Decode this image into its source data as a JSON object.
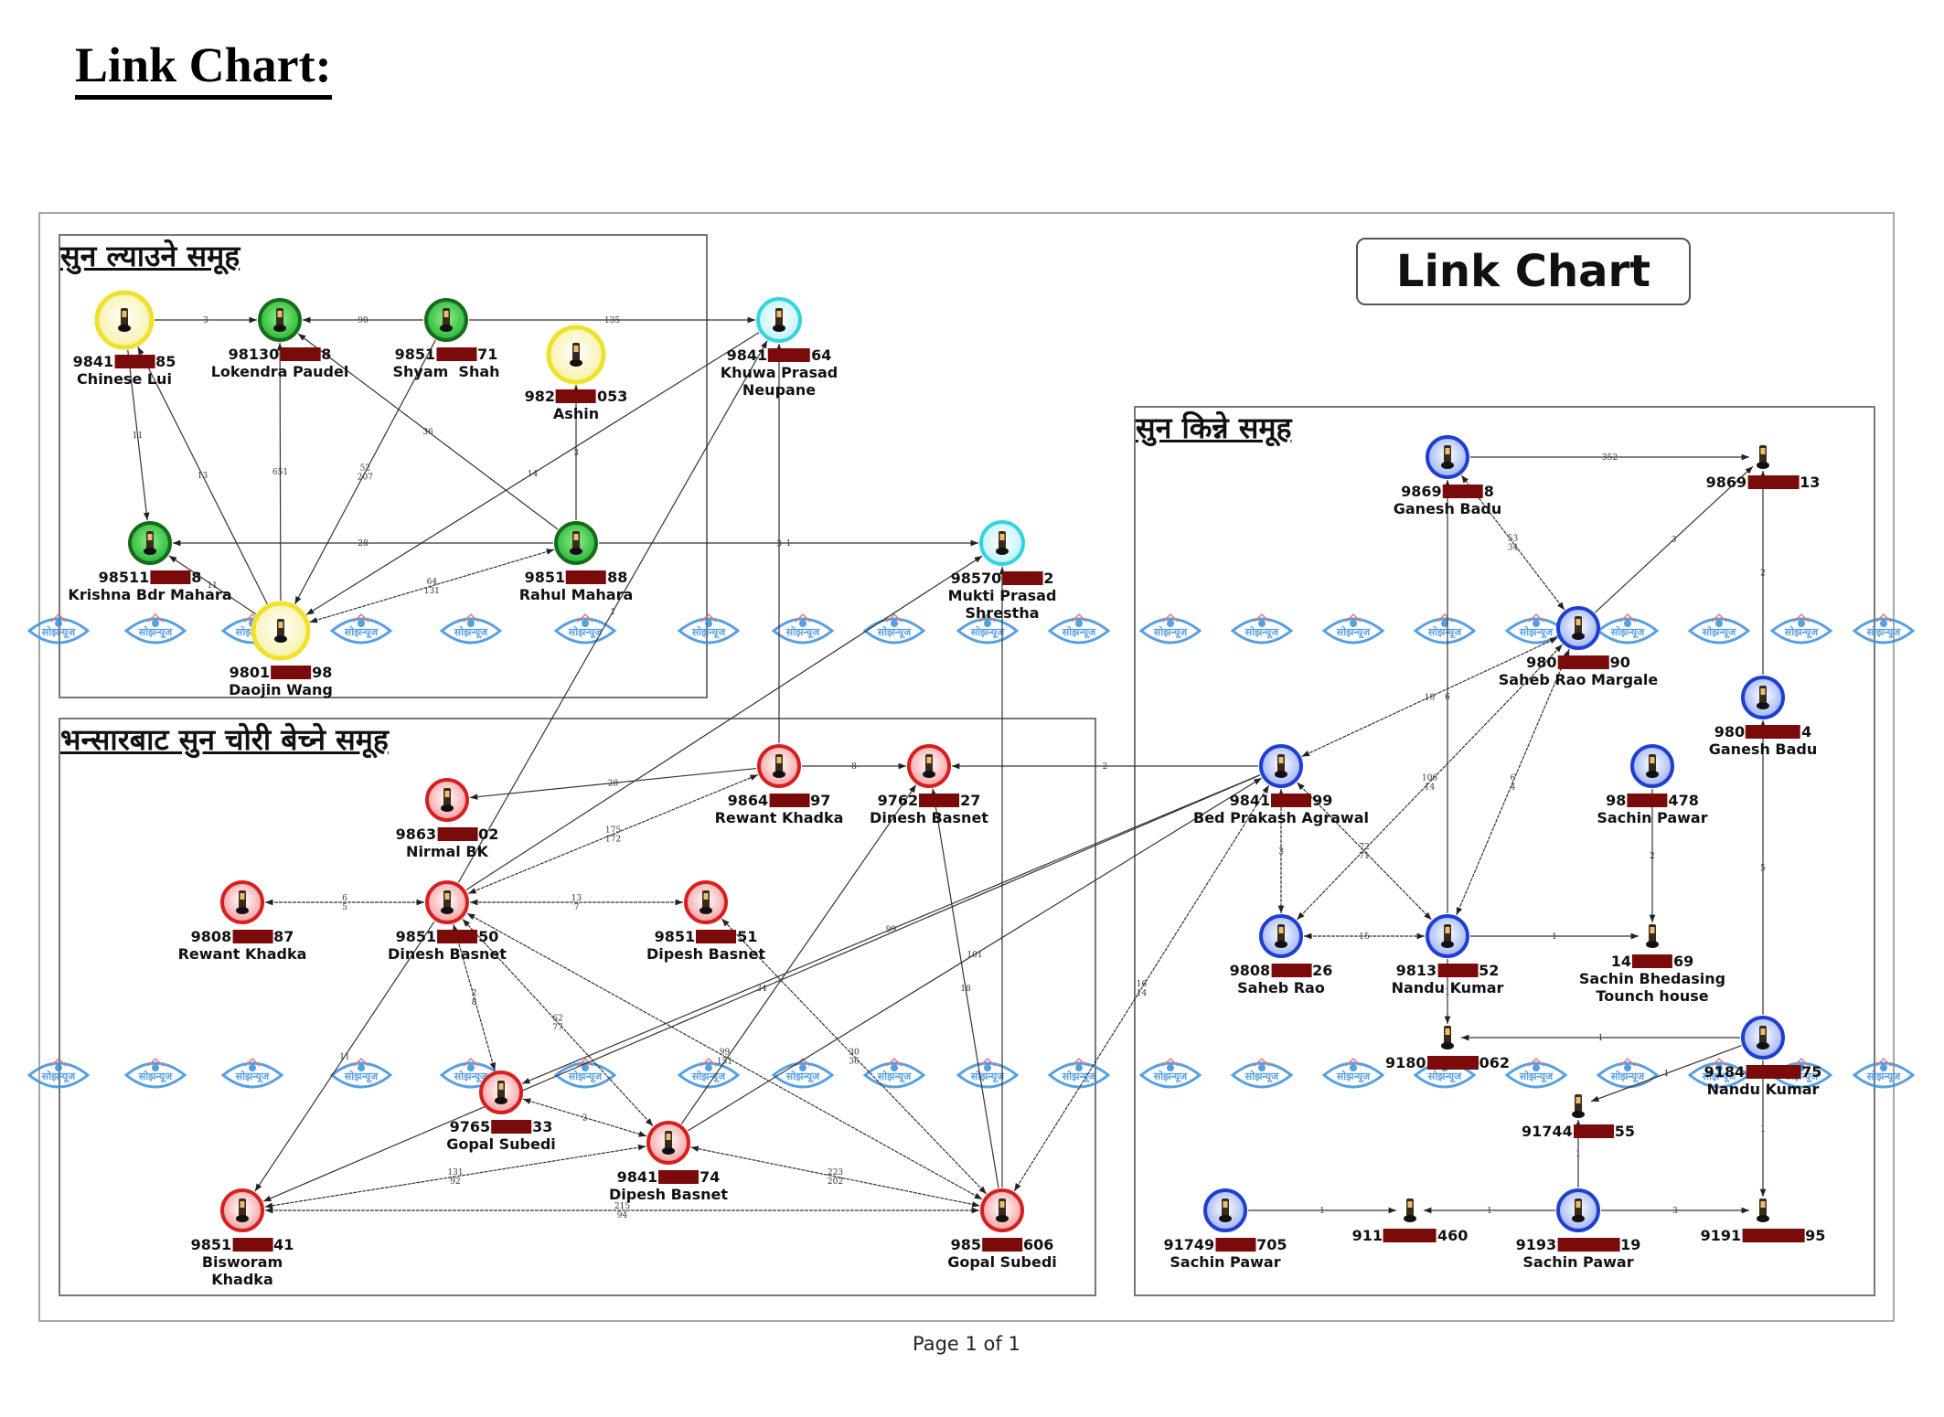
{
  "document": {
    "title": "Link Chart:",
    "chart_badge": "Link Chart",
    "footer": "Page 1 of 1",
    "watermark": "सोझन्यूज"
  },
  "colors": {
    "yellow": "#f2ef2a",
    "green": "#1f9a2a",
    "cyan": "#34d3e2",
    "red": "#d81f1f",
    "blue": "#1f3fd1",
    "redaction": "#7b0a0a",
    "watermark": "#3a8fe0"
  },
  "groups": [
    {
      "id": "g1",
      "title": "सुन ल्याउने समूह"
    },
    {
      "id": "g2",
      "title": "भन्सारबाट सुन चोरी बेच्ने समूह"
    },
    {
      "id": "g3",
      "title": "सुन किन्ने समूह"
    }
  ],
  "nodes": [
    {
      "id": "chinese_lui",
      "phone_prefix": "9841",
      "phone_suffix": "85",
      "name": "Chinese Lui",
      "color": "yellow",
      "icon": "phone-icon"
    },
    {
      "id": "lokendra",
      "phone_prefix": "98130",
      "phone_suffix": "8",
      "name": "Lokendra Paudel",
      "color": "green",
      "icon": "phone-icon"
    },
    {
      "id": "shyam",
      "phone_prefix": "9851",
      "phone_suffix": "71",
      "name": "Shyam  Shah",
      "color": "green",
      "icon": "phone-icon"
    },
    {
      "id": "ashin",
      "phone_prefix": "982",
      "phone_suffix": "053",
      "name": "Ashin",
      "color": "yellow",
      "icon": "phone-icon"
    },
    {
      "id": "khuwa",
      "phone_prefix": "9841",
      "phone_suffix": "64",
      "name": "Khuwa Prasad Neupane",
      "color": "cyan",
      "icon": "phone-icon"
    },
    {
      "id": "krishna",
      "phone_prefix": "98511",
      "phone_suffix": "8",
      "name": "Krishna Bdr Mahara",
      "color": "green",
      "icon": "phone-icon"
    },
    {
      "id": "rahul",
      "phone_prefix": "9851",
      "phone_suffix": "88",
      "name": "Rahul Mahara",
      "color": "green",
      "icon": "phone-icon"
    },
    {
      "id": "daojin",
      "phone_prefix": "9801",
      "phone_suffix": "98",
      "name": "Daojin Wang",
      "color": "yellow",
      "icon": "phone-icon"
    },
    {
      "id": "mukti",
      "phone_prefix": "98570",
      "phone_suffix": "2",
      "name": "Mukti Prasad Shrestha",
      "color": "cyan",
      "icon": "phone-icon"
    },
    {
      "id": "rewant_9864",
      "phone_prefix": "9864",
      "phone_suffix": "97",
      "name": "Rewant Khadka",
      "color": "red",
      "icon": "phone-icon"
    },
    {
      "id": "dinesh_9762",
      "phone_prefix": "9762",
      "phone_suffix": "27",
      "name": "Dinesh Basnet",
      "color": "red",
      "icon": "phone-icon"
    },
    {
      "id": "nirmal",
      "phone_prefix": "9863",
      "phone_suffix": "02",
      "name": "Nirmal BK",
      "color": "red",
      "icon": "phone-icon"
    },
    {
      "id": "rewant_9808",
      "phone_prefix": "9808",
      "phone_suffix": "87",
      "name": "Rewant Khadka",
      "color": "red",
      "icon": "phone-icon"
    },
    {
      "id": "dinesh_9851",
      "phone_prefix": "9851",
      "phone_suffix": "50",
      "name": "Dinesh Basnet",
      "color": "red",
      "icon": "phone-icon"
    },
    {
      "id": "dipesh_9851",
      "phone_prefix": "9851",
      "phone_suffix": "51",
      "name": "Dipesh Basnet",
      "color": "red",
      "icon": "phone-icon"
    },
    {
      "id": "gopal_9765",
      "phone_prefix": "9765",
      "phone_suffix": "33",
      "name": "Gopal Subedi",
      "color": "red",
      "icon": "phone-icon"
    },
    {
      "id": "dipesh_9841",
      "phone_prefix": "9841",
      "phone_suffix": "74",
      "name": "Dipesh Basnet",
      "color": "red",
      "icon": "phone-icon"
    },
    {
      "id": "bisworam",
      "phone_prefix": "9851",
      "phone_suffix": "41",
      "name": "Bisworam Khadka",
      "color": "red",
      "icon": "phone-icon"
    },
    {
      "id": "gopal_985",
      "phone_prefix": "985",
      "phone_suffix": "606",
      "name": "Gopal Subedi",
      "color": "red",
      "icon": "phone-icon"
    },
    {
      "id": "ganesh_9869",
      "phone_prefix": "9869",
      "phone_suffix": "8",
      "name": "Ganesh Badu",
      "color": "blue",
      "icon": "phone-icon"
    },
    {
      "id": "n_9869_13",
      "phone_prefix": "9869",
      "phone_suffix": "13",
      "name": "",
      "color": "none",
      "icon": "phone-icon"
    },
    {
      "id": "saheb_margale",
      "phone_prefix": "980",
      "phone_suffix": "90",
      "name": "Saheb Rao Margale",
      "color": "blue",
      "icon": "phone-icon"
    },
    {
      "id": "ganesh_980",
      "phone_prefix": "980",
      "phone_suffix": "4",
      "name": "Ganesh Badu",
      "color": "blue",
      "icon": "phone-icon"
    },
    {
      "id": "bed_prakash",
      "phone_prefix": "9841",
      "phone_suffix": "99",
      "name": "Bed Prakash Agrawal",
      "color": "blue",
      "icon": "phone-icon"
    },
    {
      "id": "sachin_98",
      "phone_prefix": "98",
      "phone_suffix": "478",
      "name": "Sachin Pawar",
      "color": "blue",
      "icon": "phone-icon"
    },
    {
      "id": "saheb_rao",
      "phone_prefix": "9808",
      "phone_suffix": "26",
      "name": "Saheb Rao",
      "color": "blue",
      "icon": "phone-icon"
    },
    {
      "id": "nandu_9813",
      "phone_prefix": "9813",
      "phone_suffix": "52",
      "name": "Nandu Kumar",
      "color": "blue",
      "icon": "phone-icon"
    },
    {
      "id": "sachin_bhedasing",
      "phone_prefix": "14",
      "phone_suffix": "69",
      "name": "Sachin Bhedasing Tounch house",
      "color": "none",
      "icon": "phone-icon"
    },
    {
      "id": "n_9180",
      "phone_prefix": "9180",
      "phone_suffix": "062",
      "name": "",
      "color": "none",
      "icon": "phone-icon"
    },
    {
      "id": "nandu_9184",
      "phone_prefix": "9184",
      "phone_suffix": "75",
      "name": "Nandu Kumar",
      "color": "blue",
      "icon": "phone-icon"
    },
    {
      "id": "n_91744",
      "phone_prefix": "91744",
      "phone_suffix": "55",
      "name": "",
      "color": "none",
      "icon": "phone-icon"
    },
    {
      "id": "sachin_91749",
      "phone_prefix": "91749",
      "phone_suffix": "705",
      "name": "Sachin Pawar",
      "color": "blue",
      "icon": "phone-icon"
    },
    {
      "id": "n_911",
      "phone_prefix": "911",
      "phone_suffix": "460",
      "name": "",
      "color": "none",
      "icon": "phone-icon"
    },
    {
      "id": "sachin_9193",
      "phone_prefix": "9193",
      "phone_suffix": "19",
      "name": "Sachin Pawar",
      "color": "blue",
      "icon": "phone-icon"
    },
    {
      "id": "n_9191",
      "phone_prefix": "9191",
      "phone_suffix": "95",
      "name": "",
      "color": "none",
      "icon": "phone-icon"
    }
  ],
  "edges": [
    {
      "from": "chinese_lui",
      "to": "lokendra",
      "label": "3"
    },
    {
      "from": "shyam",
      "to": "lokendra",
      "label": "90"
    },
    {
      "from": "shyam",
      "to": "khuwa",
      "label": "135"
    },
    {
      "from": "chinese_lui",
      "to": "krishna",
      "label": "11"
    },
    {
      "from": "rahul",
      "to": "krishna",
      "label": "28"
    },
    {
      "from": "rahul",
      "to": "ashin",
      "label": "3"
    },
    {
      "from": "rahul",
      "to": "lokendra",
      "label": "36"
    },
    {
      "from": "rahul",
      "to": "mukti",
      "label": "1"
    },
    {
      "from": "daojin",
      "to": "chinese_lui",
      "label": "13"
    },
    {
      "from": "daojin",
      "to": "lokendra",
      "label": "651"
    },
    {
      "from": "shyam",
      "to": "daojin",
      "label": "52 / 207"
    },
    {
      "from": "khuwa",
      "to": "daojin",
      "label": "14"
    },
    {
      "from": "daojin",
      "to": "rahul",
      "label": "64 / 131",
      "bidirectional": true
    },
    {
      "from": "daojin",
      "to": "krishna",
      "label": "11"
    },
    {
      "from": "rewant_9864",
      "to": "khuwa",
      "label": "3"
    },
    {
      "from": "rewant_9864",
      "to": "dinesh_9762",
      "label": "8"
    },
    {
      "from": "bed_prakash",
      "to": "dinesh_9762",
      "label": "2"
    },
    {
      "from": "rewant_9864",
      "to": "nirmal",
      "label": "28"
    },
    {
      "from": "dinesh_9851",
      "to": "rewant_9864",
      "label": "175 / 172",
      "bidirectional": true
    },
    {
      "from": "dinesh_9851",
      "to": "khuwa",
      "label": "1"
    },
    {
      "from": "dinesh_9851",
      "to": "mukti",
      "label": ""
    },
    {
      "from": "dinesh_9851",
      "to": "rewant_9808",
      "label": "6 / 5",
      "bidirectional": true
    },
    {
      "from": "dipesh_9851",
      "to": "dinesh_9851",
      "label": "13 / 7",
      "bidirectional": true
    },
    {
      "from": "dinesh_9851",
      "to": "bisworam",
      "label": "11"
    },
    {
      "from": "gopal_9765",
      "to": "dinesh_9851",
      "label": "2 / 8",
      "bidirectional": true
    },
    {
      "from": "dipesh_9841",
      "to": "dinesh_9851",
      "label": "62 / 77",
      "bidirectional": true
    },
    {
      "from": "gopal_985",
      "to": "dinesh_9851",
      "label": "99 / 151",
      "bidirectional": true
    },
    {
      "from": "bed_prakash",
      "to": "gopal_9765",
      "label": "99"
    },
    {
      "from": "bed_prakash",
      "to": "bisworam",
      "label": "34"
    },
    {
      "from": "gopal_9765",
      "to": "dipesh_9841",
      "label": "2",
      "bidirectional": true
    },
    {
      "from": "dipesh_9841",
      "to": "dinesh_9762",
      "label": ""
    },
    {
      "from": "dipesh_9841",
      "to": "bisworam",
      "label": "131 / 92",
      "bidirectional": true
    },
    {
      "from": "gopal_985",
      "to": "dipesh_9841",
      "label": "223 / 202",
      "bidirectional": true
    },
    {
      "from": "bisworam",
      "to": "gopal_985",
      "label": "215 / 94",
      "bidirectional": true
    },
    {
      "from": "gopal_985",
      "to": "dipesh_9851",
      "label": "30 / 36",
      "bidirectional": true
    },
    {
      "from": "gopal_985",
      "to": "dinesh_9762",
      "label": "18"
    },
    {
      "from": "gopal_985",
      "to": "mukti",
      "label": ""
    },
    {
      "from": "bed_prakash",
      "to": "gopal_985",
      "label": "16 / 14",
      "bidirectional": true
    },
    {
      "from": "dipesh_9841",
      "to": "bed_prakash",
      "label": "101"
    },
    {
      "from": "ganesh_9869",
      "to": "n_9869_13",
      "label": "352"
    },
    {
      "from": "saheb_margale",
      "to": "ganesh_9869",
      "label": "53 / 34",
      "bidirectional": true
    },
    {
      "from": "saheb_margale",
      "to": "n_9869_13",
      "label": "3"
    },
    {
      "from": "ganesh_980",
      "to": "n_9869_13",
      "label": "2"
    },
    {
      "from": "nandu_9813",
      "to": "ganesh_9869",
      "label": "6"
    },
    {
      "from": "saheb_margale",
      "to": "bed_prakash",
      "label": "10",
      "bidirectional": true
    },
    {
      "from": "saheb_rao",
      "to": "saheb_margale",
      "label": "106 / 14",
      "bidirectional": true
    },
    {
      "from": "nandu_9813",
      "to": "saheb_margale",
      "label": "6 / 4",
      "bidirectional": true
    },
    {
      "from": "bed_prakash",
      "to": "saheb_rao",
      "label": "3",
      "bidirectional": true
    },
    {
      "from": "bed_prakash",
      "to": "nandu_9813",
      "label": "72 / 71",
      "bidirectional": true
    },
    {
      "from": "saheb_rao",
      "to": "nandu_9813",
      "label": "15",
      "bidirectional": true
    },
    {
      "from": "nandu_9813",
      "to": "sachin_bhedasing",
      "label": "1"
    },
    {
      "from": "sachin_98",
      "to": "sachin_bhedasing",
      "label": "2"
    },
    {
      "from": "nandu_9813",
      "to": "n_9180",
      "label": "1"
    },
    {
      "from": "nandu_9184",
      "to": "n_9180",
      "label": "1"
    },
    {
      "from": "nandu_9184",
      "to": "ganesh_980",
      "label": "5"
    },
    {
      "from": "nandu_9184",
      "to": "n_91744",
      "label": "1"
    },
    {
      "from": "nandu_9184",
      "to": "n_9191",
      "label": "1"
    },
    {
      "from": "sachin_9193",
      "to": "n_91744",
      "label": "1"
    },
    {
      "from": "sachin_91749",
      "to": "n_911",
      "label": "1"
    },
    {
      "from": "sachin_9193",
      "to": "n_911",
      "label": "1"
    },
    {
      "from": "sachin_9193",
      "to": "n_9191",
      "label": "3"
    }
  ]
}
